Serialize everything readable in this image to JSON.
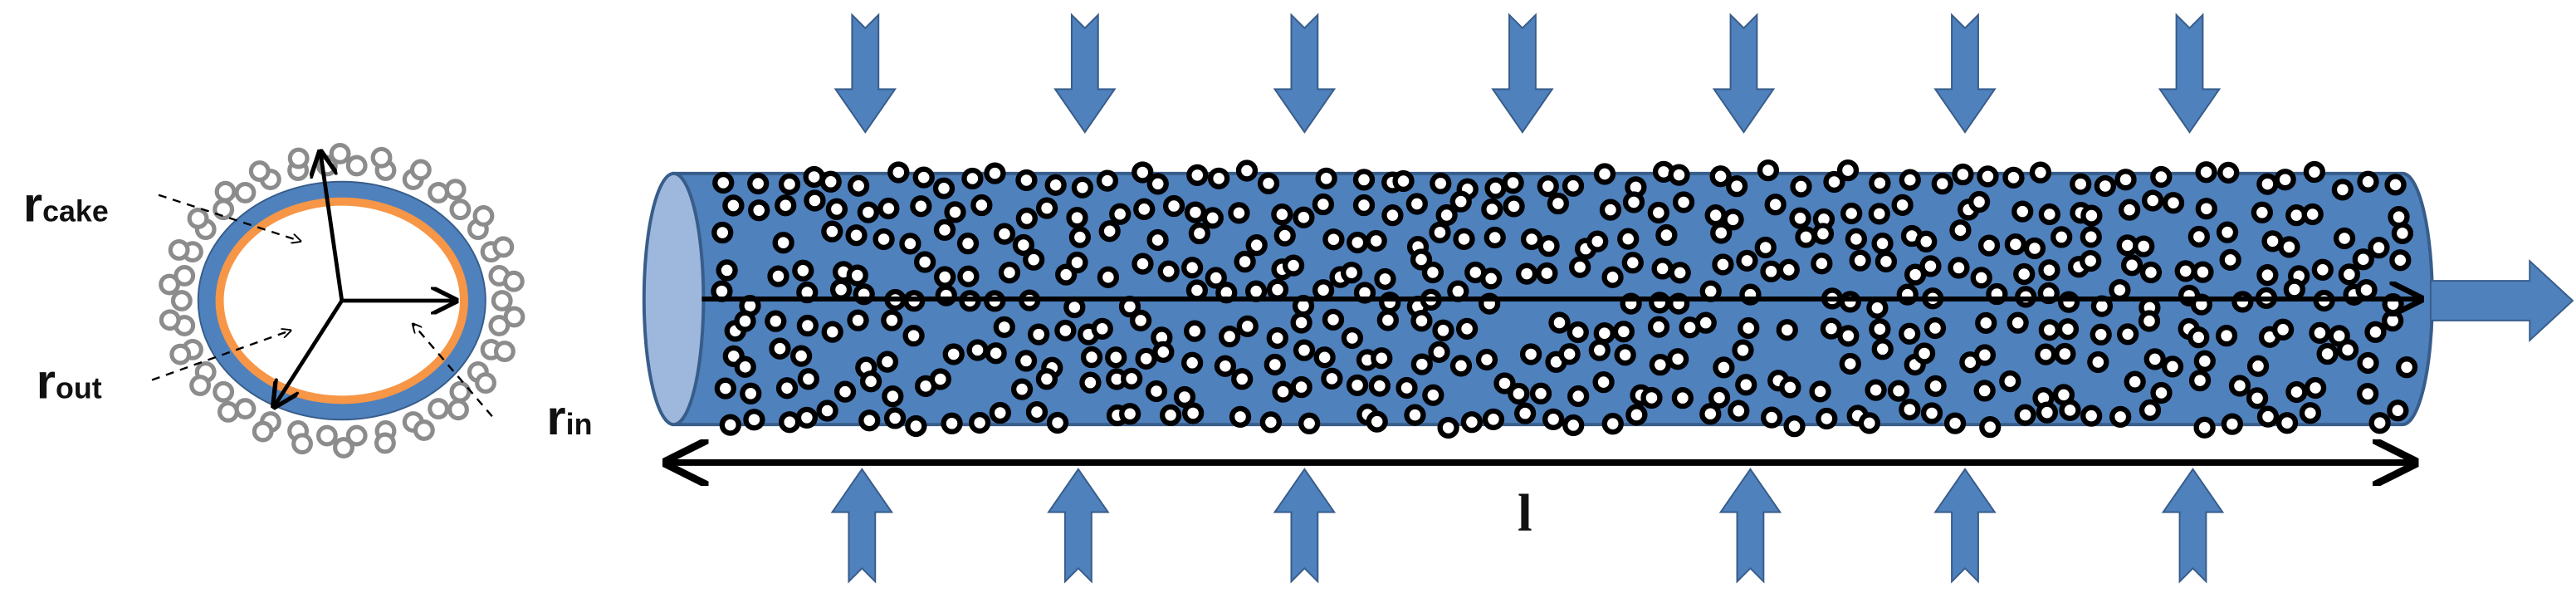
{
  "cross_section": {
    "labels": {
      "r_cake": {
        "main": "r",
        "sub": "cake"
      },
      "r_out": {
        "main": "r",
        "sub": "out"
      },
      "r_in": {
        "main": "r",
        "sub": "in"
      }
    }
  },
  "tube": {
    "length_label": "l"
  },
  "colors": {
    "tube_fill": "#4f81bd",
    "tube_stroke": "#385d8a",
    "tube_end_fill": "#9db8dc",
    "arrow_fill": "#4f81bd",
    "membrane_ring": "#f79646",
    "cake_particle": "#8c8c8c",
    "particle_stroke": "#000000"
  },
  "icons": {
    "inflow_arrows_top": "down-arrow-icon",
    "inflow_arrows_bottom": "up-arrow-icon",
    "outflow_arrow": "right-arrow-icon"
  }
}
